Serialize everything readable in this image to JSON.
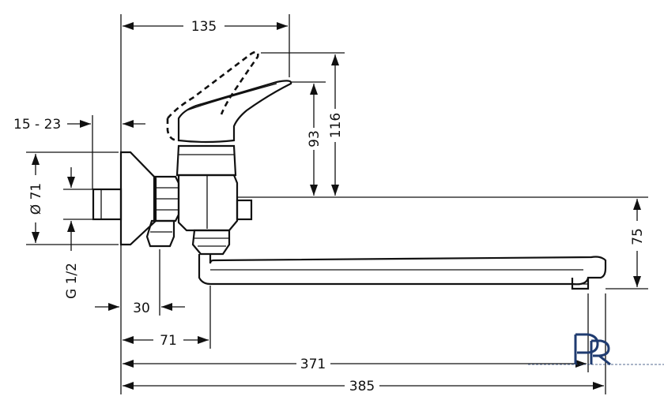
{
  "dimensions": {
    "overall_width_top": "135",
    "handle_height_93": "93",
    "handle_height_116": "116",
    "wall_offset": "15 - 23",
    "flange_diameter": "Ø 71",
    "thread_size": "G 1/2",
    "spout_height": "75",
    "eccentric_offset": "30",
    "spout_base_offset": "71",
    "spout_reach_371": "371",
    "spout_reach_385": "385"
  },
  "logo": {
    "letters": "PR",
    "accent_color": "#1f3b70"
  }
}
